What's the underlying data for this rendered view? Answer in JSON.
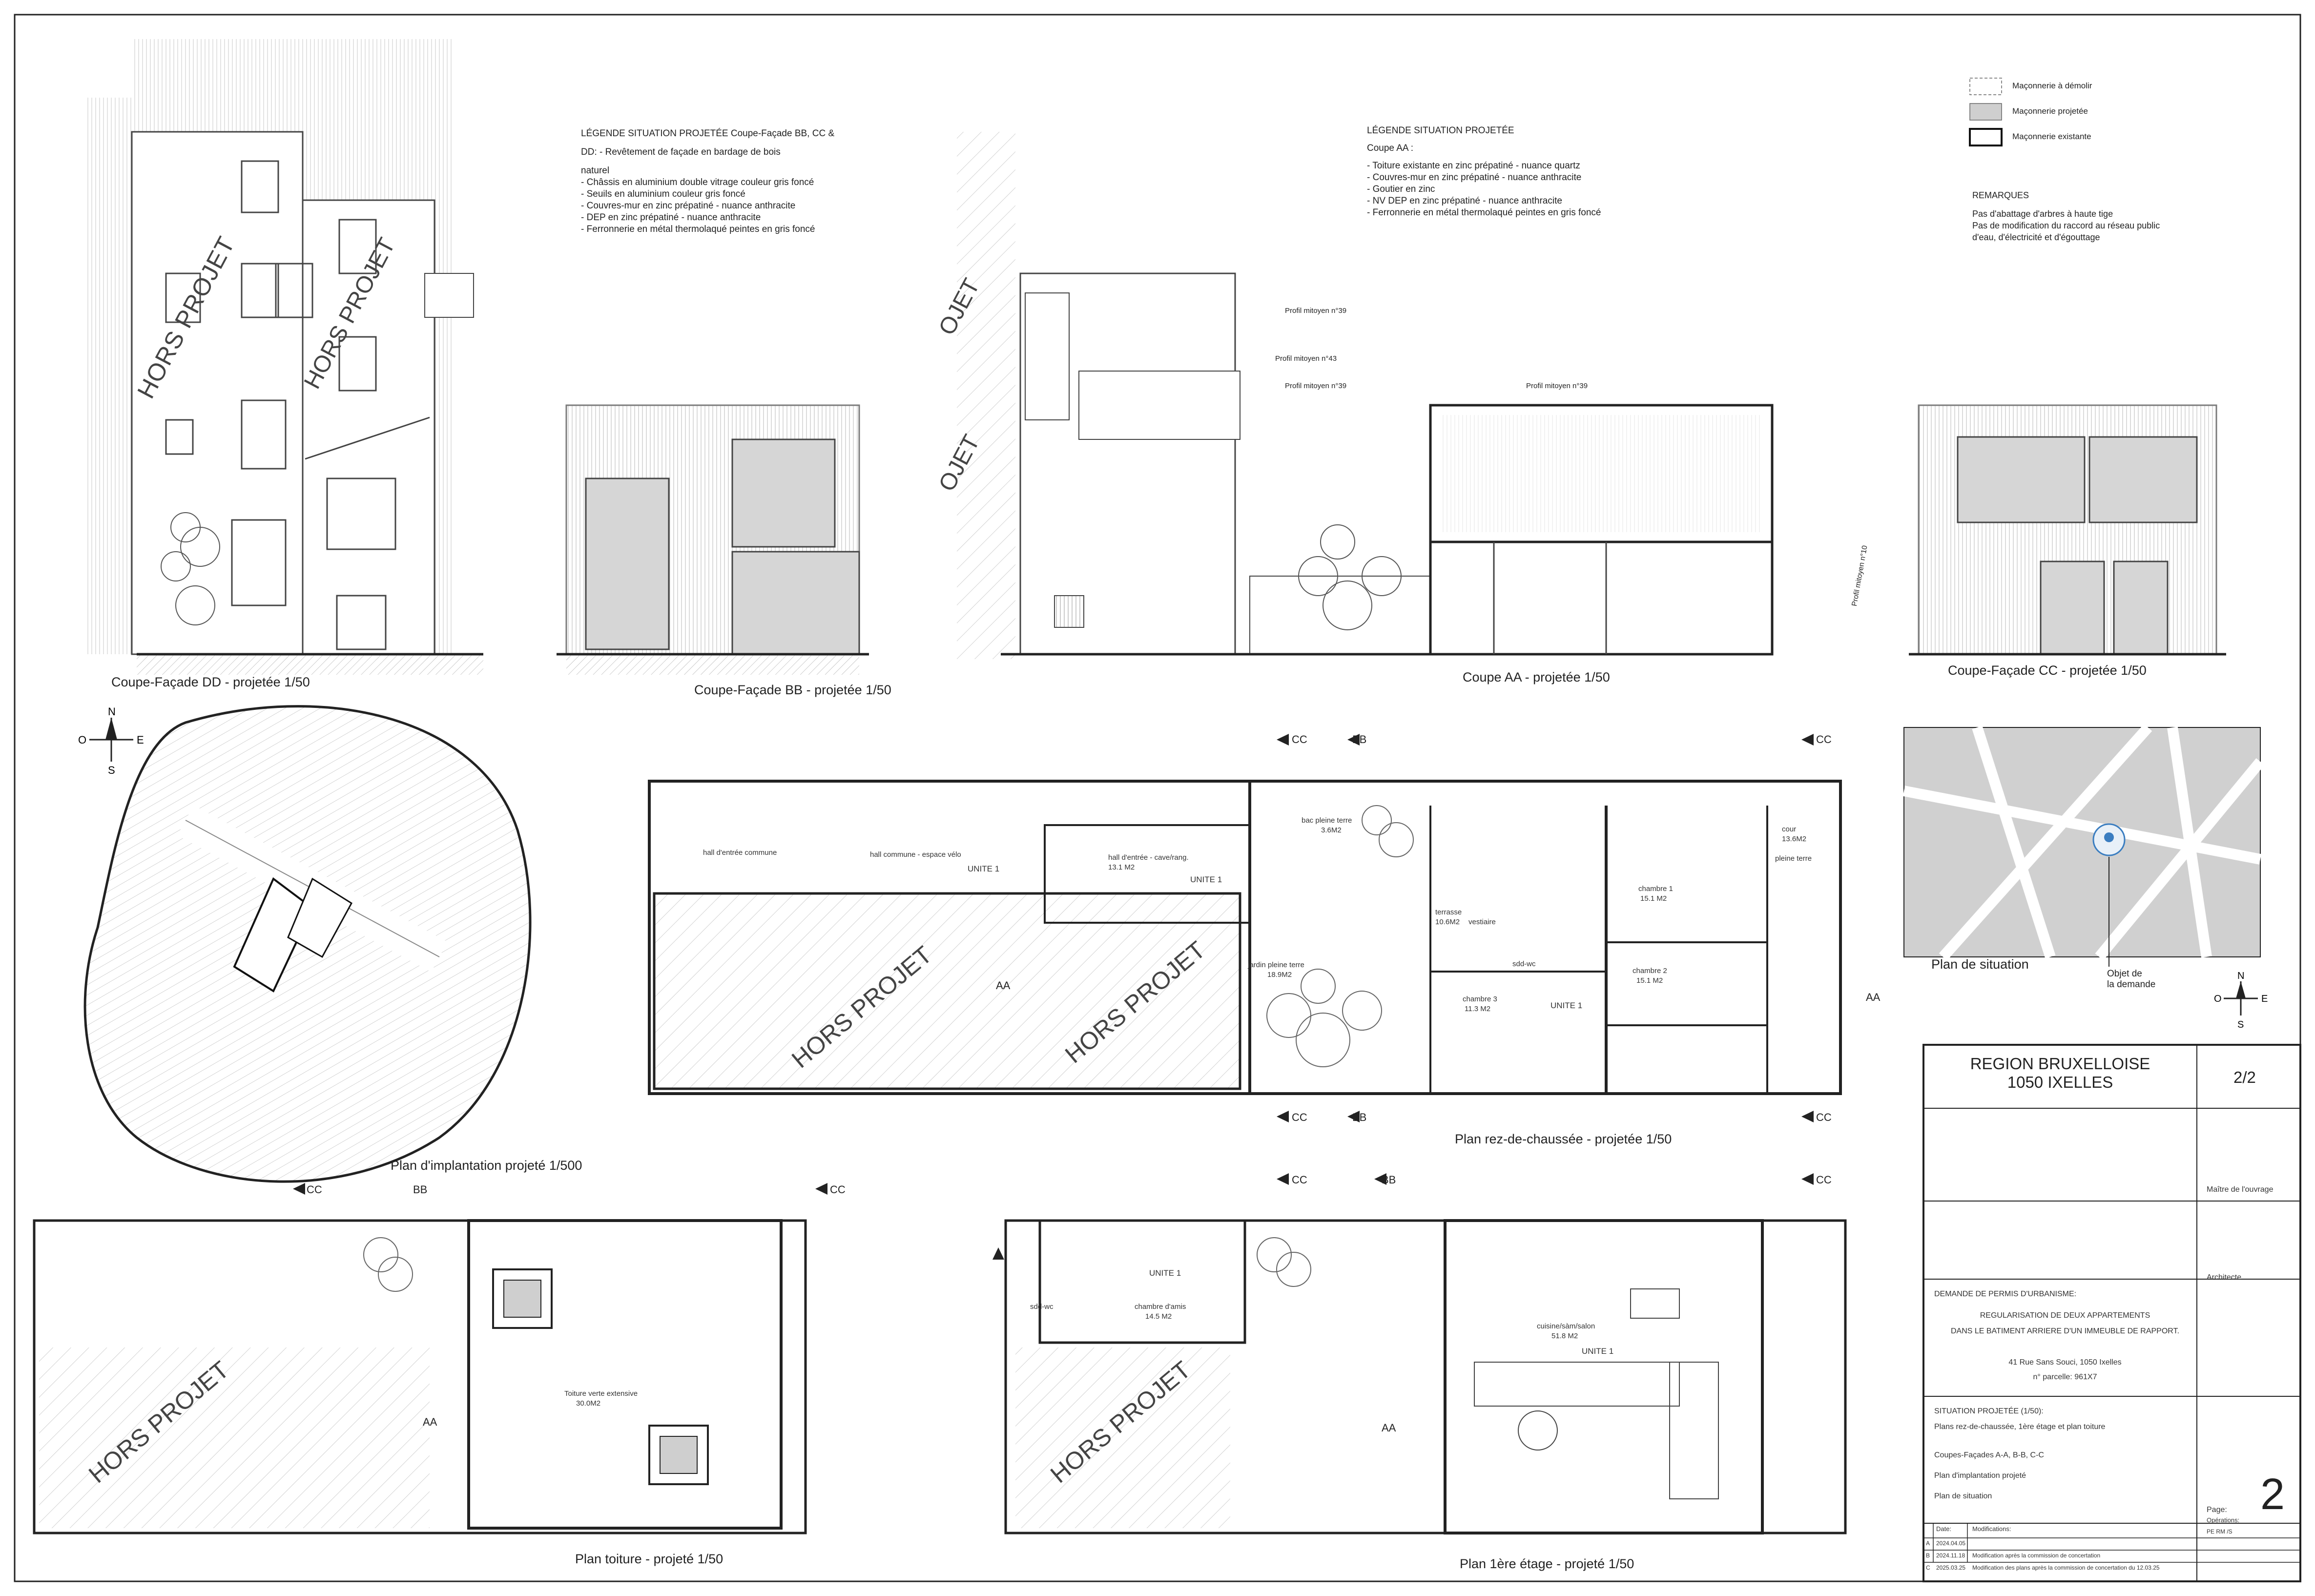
{
  "sheet": {
    "captions": {
      "coupe_dd": "Coupe-Façade DD - projetée 1/50",
      "coupe_bb": "Coupe-Façade BB - projetée 1/50",
      "coupe_aa": "Coupe AA - projetée 1/50",
      "coupe_cc": "Coupe-Façade CC - projetée 1/50",
      "implantation": "Plan d'implantation projeté 1/500",
      "rez": "Plan rez-de-chaussée - projetée 1/50",
      "toiture": "Plan toiture - projeté 1/50",
      "etage": "Plan 1ère étage - projeté 1/50",
      "situation": "Plan de situation"
    },
    "hors_projet": "HORS PROJET",
    "ojet": "OJET",
    "legend_bb": {
      "title": "LÉGENDE SITUATION PROJETÉE Coupe-Façade BB, CC &",
      "lines": [
        "DD: - Revêtement de façade en bardage de bois",
        "naturel",
        "- Châssis en aluminium double vitrage couleur gris foncé",
        "- Seuils en aluminium couleur gris foncé",
        "- Couvres-mur en zinc prépatiné - nuance anthracite",
        "- DEP en zinc prépatiné - nuance anthracite",
        "- Ferronnerie en métal thermolaqué peintes en gris foncé"
      ]
    },
    "legend_aa": {
      "title": "LÉGENDE SITUATION PROJETÉE",
      "subtitle": "Coupe AA :",
      "lines": [
        "- Toiture existante en zinc prépatiné - nuance quartz",
        "- Couvres-mur en zinc prépatiné - nuance anthracite",
        "- Goutier en zinc",
        "- NV DEP en zinc prépatiné - nuance anthracite",
        "- Ferronnerie en métal thermolaqué peintes en gris foncé"
      ]
    },
    "hatch_legend": [
      {
        "label": "Maçonnerie à démolir",
        "fill": "#ffffff"
      },
      {
        "label": "Maçonnerie projetée",
        "fill": "#cfcfcf"
      },
      {
        "label": "Maçonnerie existante",
        "fill": "#ffffff"
      }
    ],
    "remarks": {
      "title": "REMARQUES",
      "lines": [
        "Pas d'abattage d'arbres à haute tige",
        "Pas de modification du raccord au réseau public",
        "d'eau, d'électricité et d'égouttage"
      ]
    },
    "profils": [
      "Profil mitoyen n°39",
      "Profil mitoyen n°43",
      "Profil mitoyen n°39",
      "Profil mitoyen n°39",
      "Profil mitoyen n°10"
    ],
    "rooms_rez": [
      {
        "name": "hall d'entrée commune"
      },
      {
        "name": "hall commune - espace vélo"
      },
      {
        "name": "UNITE 1"
      },
      {
        "name": "hall d'entrée - cave/rang.",
        "area": "13.1 M2"
      },
      {
        "name": "UNITE 1"
      },
      {
        "name": "bac pleine terre",
        "area": "3.6M2"
      },
      {
        "name": "terrasse",
        "area": "10.6M2"
      },
      {
        "name": "vestiaire"
      },
      {
        "name": "sdd-wc"
      },
      {
        "name": "jardin pleine terre",
        "area": "18.9M2"
      },
      {
        "name": "chambre 3",
        "area": "11.3 M2"
      },
      {
        "name": "UNITE 1"
      },
      {
        "name": "chambre 1",
        "area": "15.1 M2"
      },
      {
        "name": "chambre 2",
        "area": "15.1 M2"
      },
      {
        "name": "cour",
        "area": "13.6M2"
      },
      {
        "name": "pleine terre"
      }
    ],
    "rooms_etage": [
      {
        "name": "UNITE 1"
      },
      {
        "name": "sdd-wc"
      },
      {
        "name": "chambre d'amis",
        "area": "14.5 M2"
      },
      {
        "name": "cuisine/sàm/salon",
        "area": "51.8 M2"
      },
      {
        "name": "UNITE 1"
      }
    ],
    "toiture_room": {
      "name": "Toiture verte extensive",
      "area": "30.0M2"
    },
    "compass": {
      "n": "N",
      "s": "S",
      "e": "E",
      "o": "O"
    },
    "situation_marker": {
      "line1": "Objet de",
      "line2": "la demande"
    },
    "section_marks": {
      "cc": "CC",
      "bb": "BB",
      "aa": "AA"
    },
    "title_block": {
      "region": "REGION BRUXELLOISE",
      "commune": "1050 IXELLES",
      "page_frac": "2/2",
      "maitre": "Maître de l'ouvrage",
      "architecte": "Architecte",
      "demande": "DEMANDE DE PERMIS D'URBANISME:",
      "project1": "REGULARISATION DE DEUX APPARTEMENTS",
      "project2": "DANS LE BATIMENT ARRIERE D'UN IMMEUBLE DE RAPPORT.",
      "address": "41 Rue Sans Souci, 1050 Ixelles",
      "parcel": "n° parcelle: 961X7",
      "situation": "SITUATION PROJETÉE (1/50):",
      "contents": [
        "Plans rez-de-chaussée, 1ère étage et plan toiture",
        "Coupes-Façades A-A, B-B, C-C",
        "Plan d'implantation projeté",
        "Plan de situation"
      ],
      "page_label": "Page:",
      "page_no": "2",
      "rev_head": {
        "date": "Date:",
        "mods": "Modifications:",
        "ops": "Opérations:"
      },
      "revisions": [
        {
          "letter": "A",
          "date": "2024.04.05",
          "text": "",
          "op": "PE RM /S"
        },
        {
          "letter": "B",
          "date": "2024.11.18",
          "text": "Modification après la commission de concertation",
          "op": ""
        },
        {
          "letter": "C",
          "date": "2025.03.25",
          "text": "Modification des plans après la commission de concertation du 12.03.25",
          "op": ""
        }
      ]
    }
  }
}
